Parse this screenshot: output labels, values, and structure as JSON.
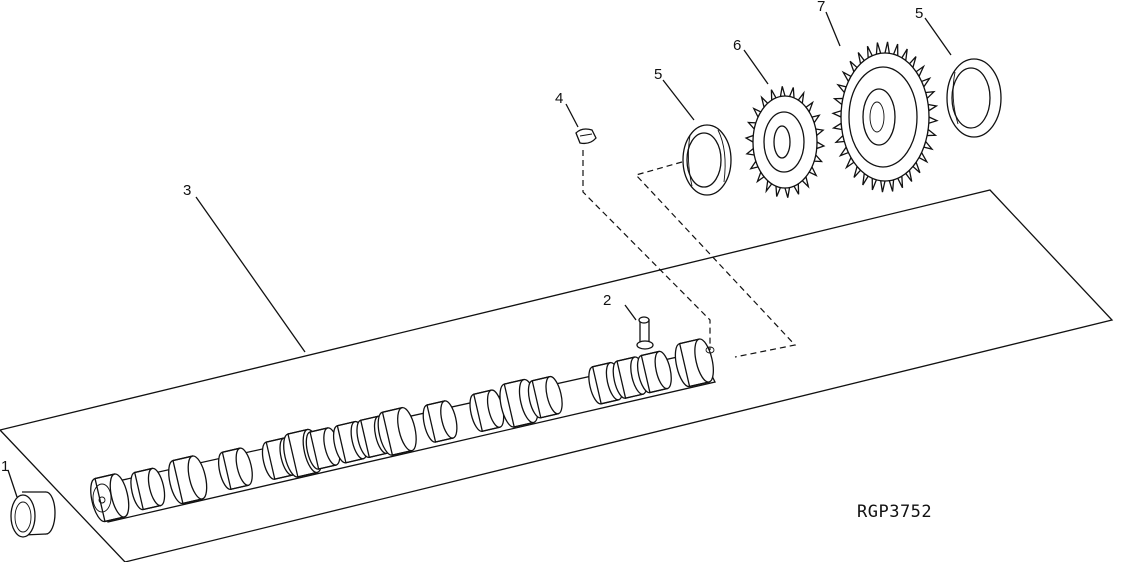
{
  "figure": {
    "callouts": {
      "bushing": "1",
      "dowel_pin": "2",
      "camshaft": "3",
      "key": "4",
      "thrust_washer_front": "5",
      "thrust_washer_rear": "5",
      "small_gear": "6",
      "large_gear": "7"
    },
    "reference_code": "RGP3752"
  }
}
